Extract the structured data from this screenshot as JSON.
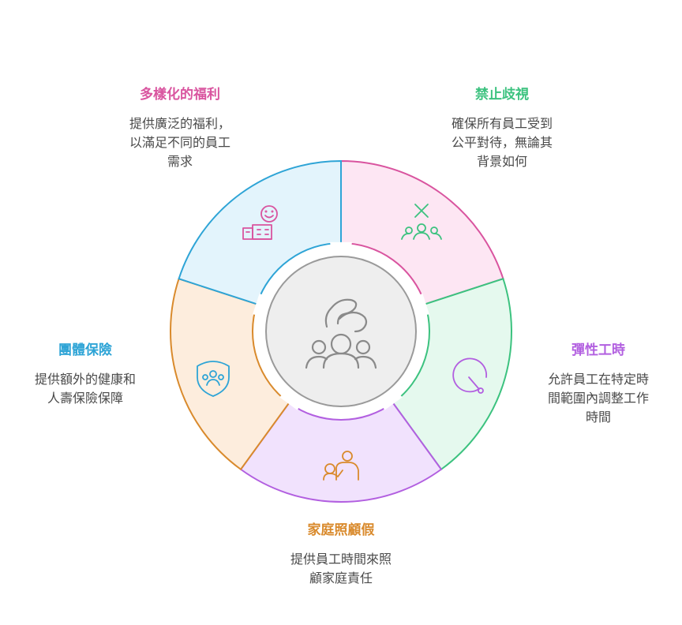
{
  "segments": [
    {
      "key": "diverse",
      "title": "多樣化的福利",
      "desc": [
        "提供廣泛的福利，",
        "以滿足不同的員工",
        "需求"
      ],
      "color": "#d9549f",
      "fill": "#fde6f3",
      "icon": "building-smile-icon"
    },
    {
      "key": "nondiscrimination",
      "title": "禁止歧視",
      "desc": [
        "確保所有員工受到",
        "公平對待，無論其",
        "背景如何"
      ],
      "color": "#3cc27f",
      "fill": "#e5f9ee",
      "icon": "people-cross-icon"
    },
    {
      "key": "flexible",
      "title": "彈性工時",
      "desc": [
        "允許員工在特定時",
        "間範圍內調整工作",
        "時間"
      ],
      "color": "#b25fe0",
      "fill": "#f1e2fd",
      "icon": "clock-icon"
    },
    {
      "key": "family",
      "title": "家庭照顧假",
      "desc": [
        "提供員工時間來照",
        "顧家庭責任"
      ],
      "color": "#d98a2c",
      "fill": "#fdeddd",
      "icon": "parent-child-icon"
    },
    {
      "key": "insurance",
      "title": "團體保險",
      "desc": [
        "提供額外的健康和",
        "人壽保險保障"
      ],
      "color": "#2ea4d6",
      "fill": "#e3f4fc",
      "icon": "shield-group-icon"
    }
  ],
  "center": {
    "icon": "hand-people-icon"
  }
}
